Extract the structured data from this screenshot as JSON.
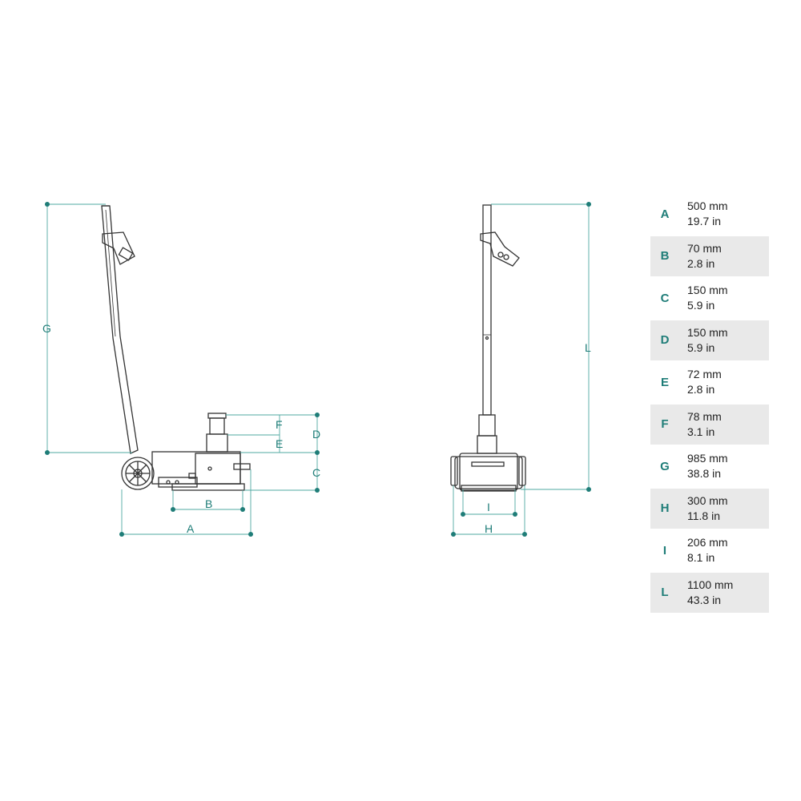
{
  "diagram": {
    "side_view": {
      "labels": {
        "A": "A",
        "B": "B",
        "C": "C",
        "D": "D",
        "E": "E",
        "F": "F",
        "G": "G"
      }
    },
    "front_view": {
      "labels": {
        "H": "H",
        "I": "I",
        "L": "L"
      }
    }
  },
  "colors": {
    "accent": "#1f7d78",
    "line": "#333333",
    "row_shade": "#e9e9e9"
  },
  "specs": [
    {
      "key": "A",
      "mm": "500 mm",
      "in": "19.7 in"
    },
    {
      "key": "B",
      "mm": "70 mm",
      "in": "2.8 in"
    },
    {
      "key": "C",
      "mm": "150 mm",
      "in": "5.9 in"
    },
    {
      "key": "D",
      "mm": "150 mm",
      "in": "5.9 in"
    },
    {
      "key": "E",
      "mm": "72 mm",
      "in": "2.8 in"
    },
    {
      "key": "F",
      "mm": "78 mm",
      "in": "3.1 in"
    },
    {
      "key": "G",
      "mm": "985 mm",
      "in": "38.8 in"
    },
    {
      "key": "H",
      "mm": "300 mm",
      "in": "11.8 in"
    },
    {
      "key": "I",
      "mm": "206 mm",
      "in": "8.1 in"
    },
    {
      "key": "L",
      "mm": "1100 mm",
      "in": "43.3 in"
    }
  ]
}
